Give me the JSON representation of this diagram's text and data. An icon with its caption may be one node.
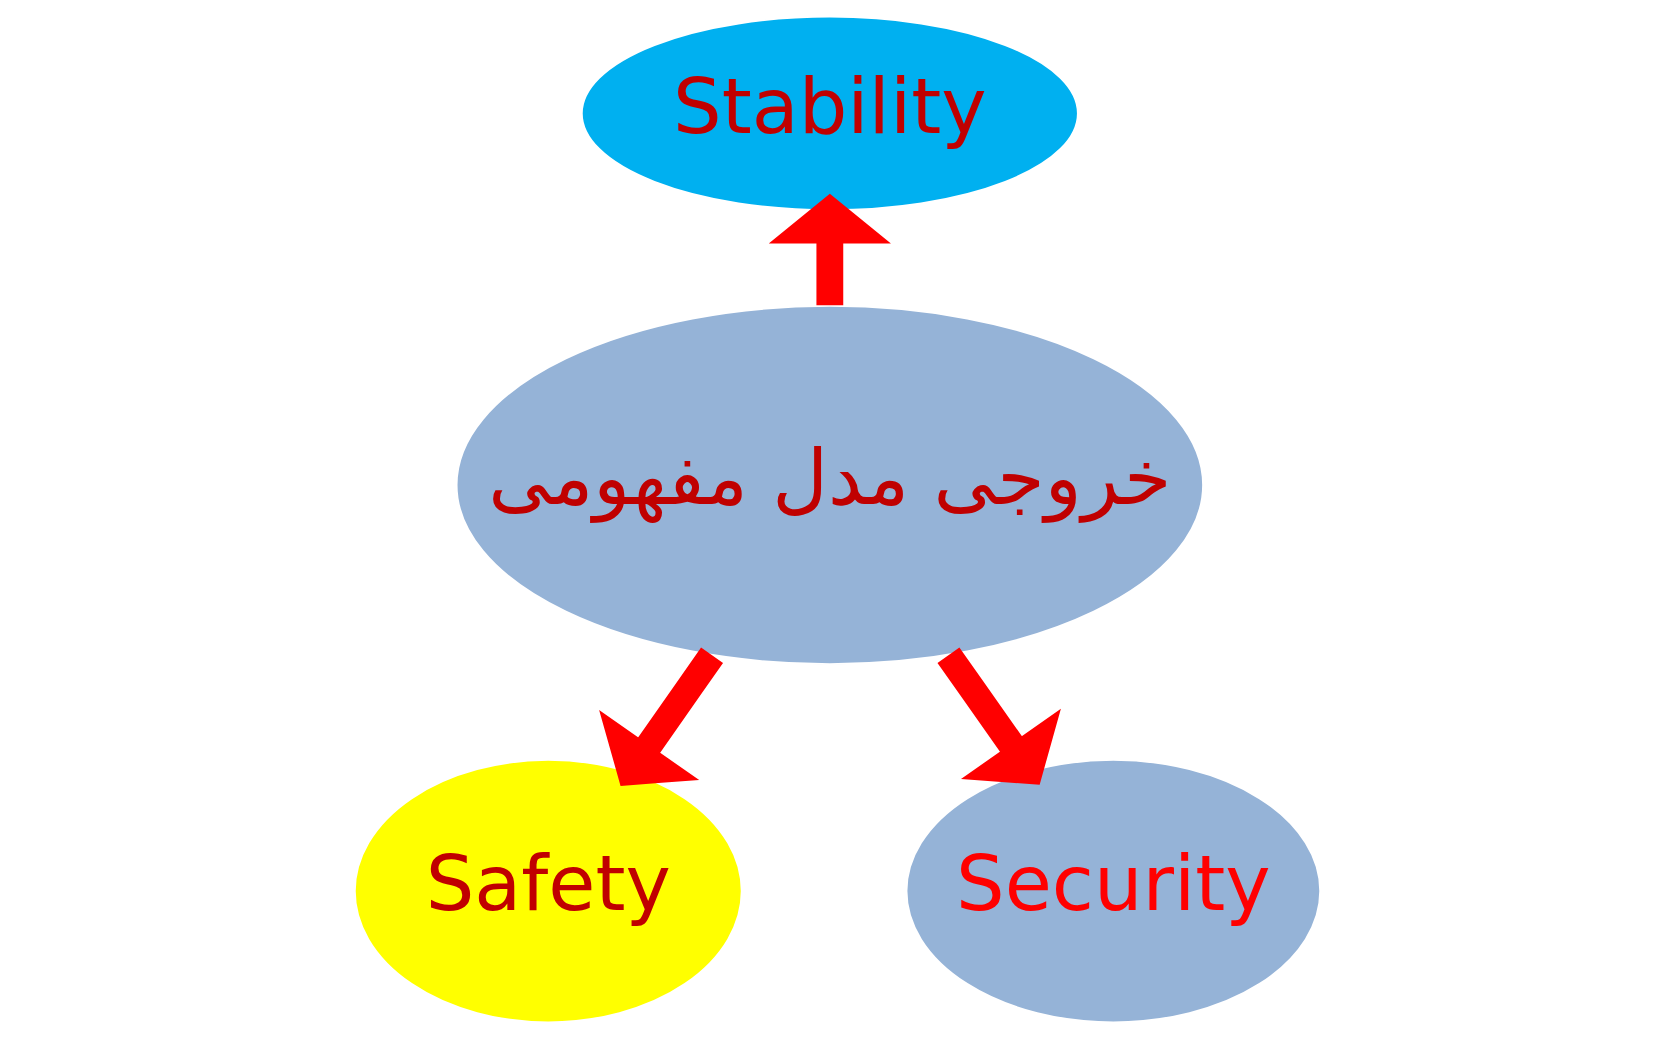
{
  "diagram": {
    "nodes": [
      {
        "text": [
          "Stability"
        ]
      },
      {
        "text": [
          "خروجی مدل مفهومی"
        ]
      },
      {
        "text": [
          "Safety"
        ]
      },
      {
        "text": [
          "Security"
        ]
      }
    ],
    "edges": [
      {
        "from": 1,
        "to": 0,
        "arrow": "to"
      },
      {
        "from": 1,
        "to": 2,
        "arrow": "to"
      },
      {
        "from": 1,
        "to": 3,
        "arrow": "to"
      }
    ]
  }
}
